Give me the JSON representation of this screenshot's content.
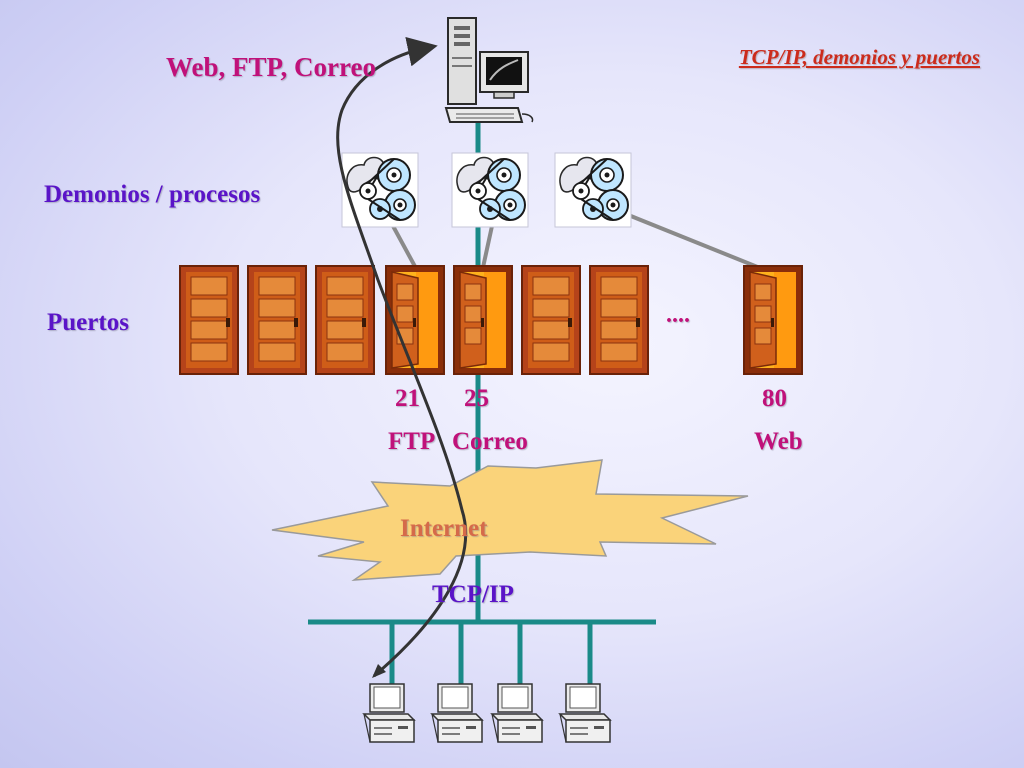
{
  "slide": {
    "title": "TCP/IP, demonios y puertos",
    "services_label": "Web, FTP, Correo",
    "daemons_label": "Demonios / procesos",
    "ports_label": "Puertos",
    "ellipsis": "....",
    "ports": [
      {
        "number": "21",
        "service": "FTP"
      },
      {
        "number": "25",
        "service": "Correo"
      },
      {
        "number": "80",
        "service": "Web"
      }
    ],
    "internet_label": "Internet",
    "protocol_label": "TCP/IP"
  },
  "colors": {
    "title": "#cc2b1c",
    "magenta": "#c0117a",
    "purple": "#5a14c8",
    "internet_text": "#d56a4a",
    "network_line": "#1a8a88",
    "connector_line": "#8a8a8a",
    "cloud_fill": "#fad37a",
    "door": "#b5431a",
    "door_panel": "#dc6a1c",
    "door_open_inside": "#ffb21c"
  },
  "icons": {
    "server": "server-computer-icon",
    "daemon": "gears-daemon-icon",
    "door_closed": "door-closed-icon",
    "door_open": "door-open-icon",
    "client": "client-computer-icon",
    "cloud": "internet-cloud-icon"
  }
}
